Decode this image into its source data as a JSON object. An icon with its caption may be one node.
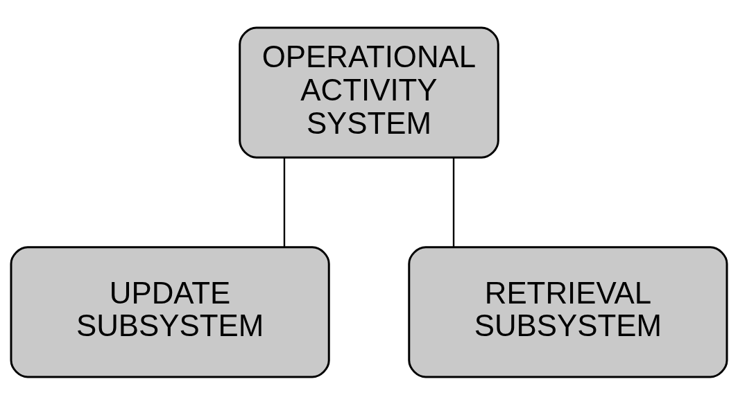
{
  "diagram": {
    "nodes": [
      {
        "text": [
          "OPERATIONAL ACTIVITY SYSTEM"
        ]
      },
      {
        "text": [
          "UPDATE SUBSYSTEM"
        ]
      },
      {
        "text": [
          "RETRIEVAL SUBSYSTEM"
        ]
      }
    ],
    "edges": [
      {
        "from": 0,
        "to": 1,
        "arrow": "none"
      },
      {
        "from": 0,
        "to": 2,
        "arrow": "none"
      }
    ]
  }
}
